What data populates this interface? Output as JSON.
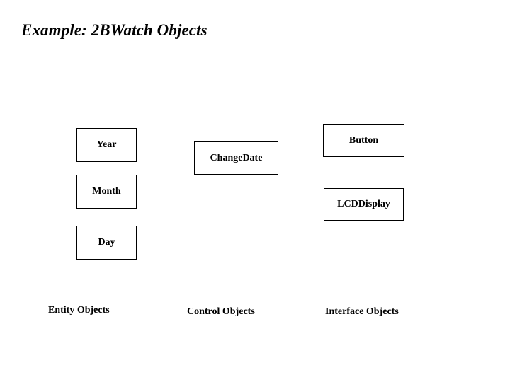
{
  "slide": {
    "title": "Example: 2BWatch Objects",
    "background_color": "#ffffff",
    "text_color": "#000000",
    "border_color": "#000000"
  },
  "entity_objects": {
    "category_label": "Entity Objects",
    "boxes": [
      {
        "label": "Year"
      },
      {
        "label": "Month"
      },
      {
        "label": "Day"
      }
    ]
  },
  "control_objects": {
    "category_label": "Control Objects",
    "boxes": [
      {
        "label": "ChangeDate"
      }
    ]
  },
  "interface_objects": {
    "category_label": "Interface Objects",
    "boxes": [
      {
        "label": "Button"
      },
      {
        "label": "LCDDisplay"
      }
    ]
  }
}
